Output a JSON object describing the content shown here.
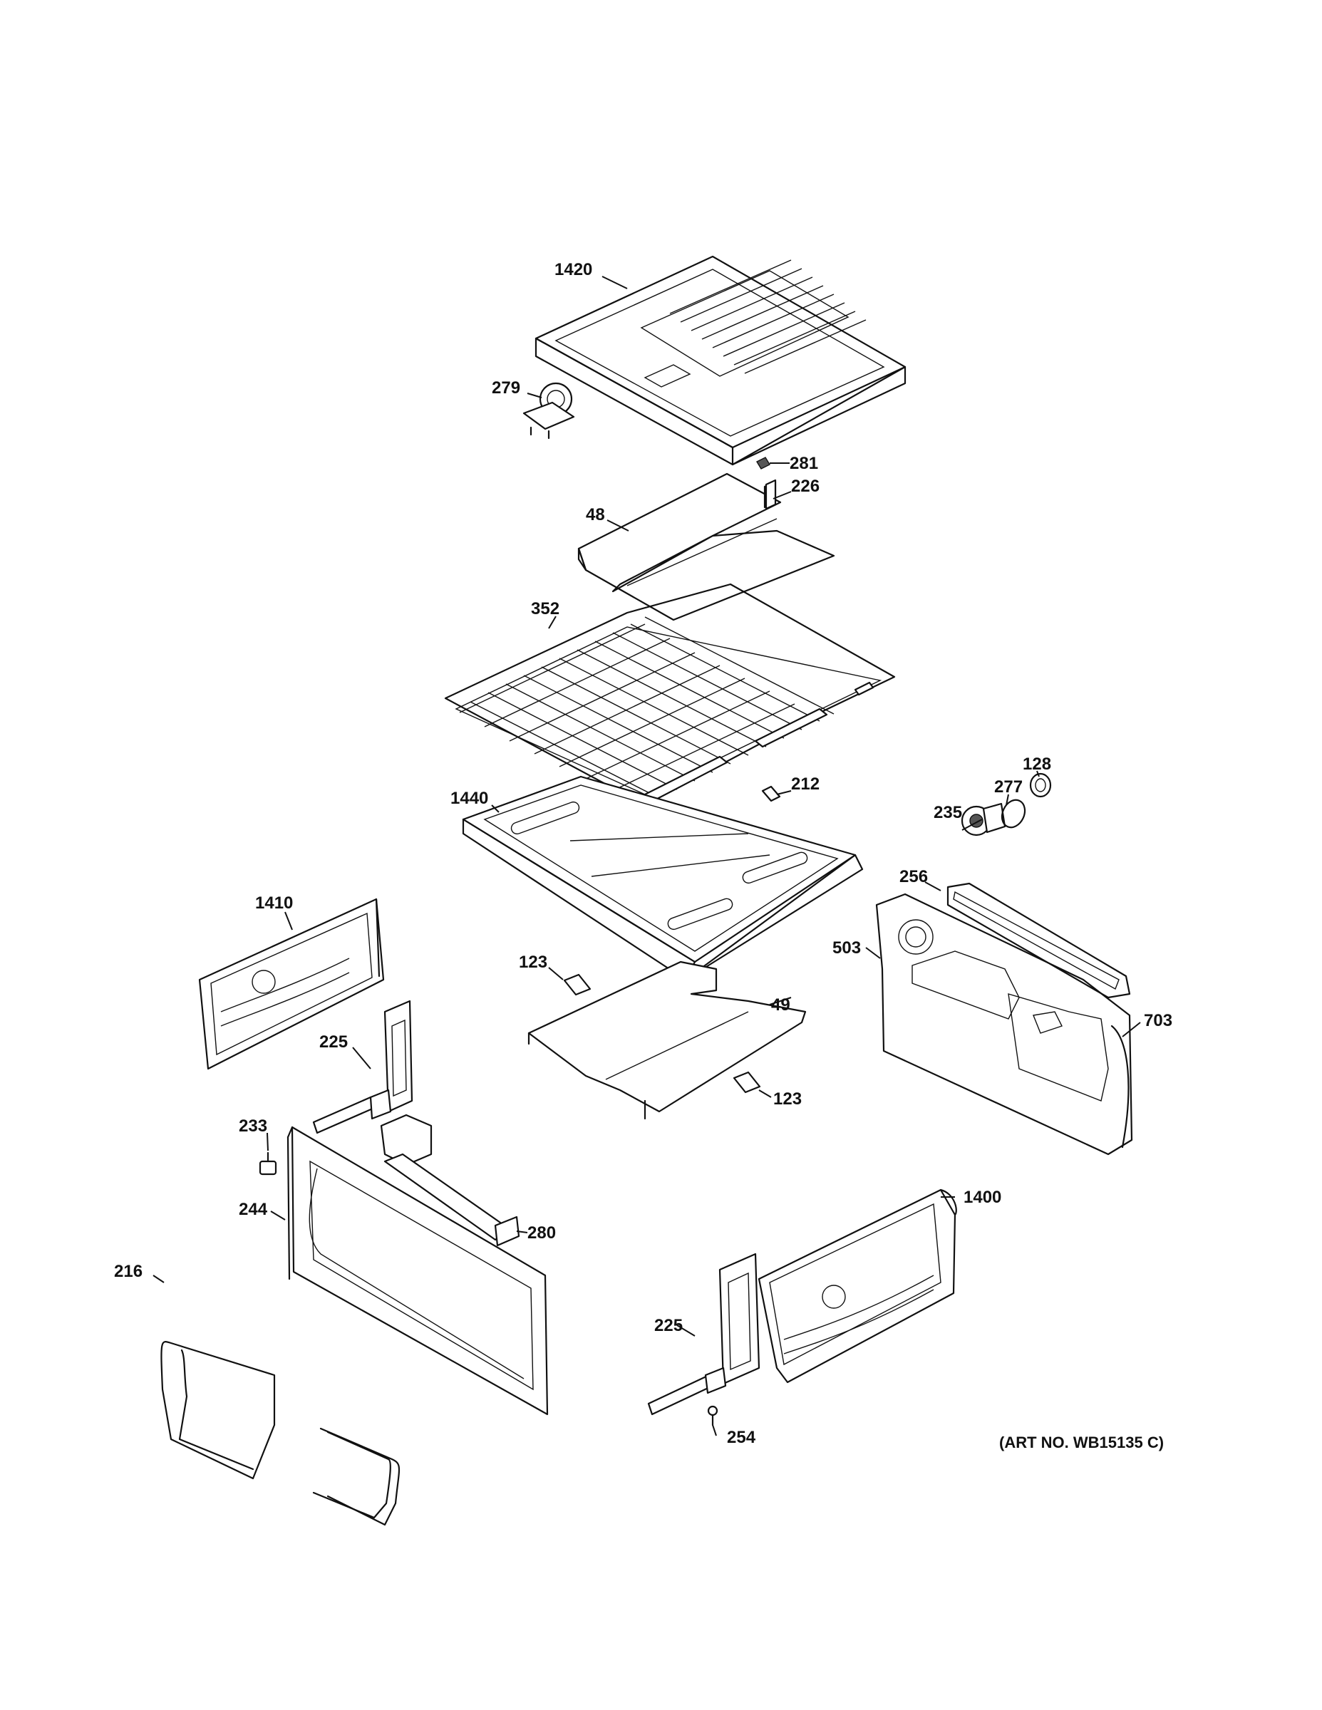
{
  "callouts": {
    "c1420": "1420",
    "c279": "279",
    "c281": "281",
    "c48": "48",
    "c226": "226",
    "c352": "352",
    "c212": "212",
    "c1440": "1440",
    "c128": "128",
    "c277": "277",
    "c235": "235",
    "c256": "256",
    "c503": "503",
    "c703": "703",
    "c1410": "1410",
    "c225a": "225",
    "c123a": "123",
    "c49": "49",
    "c123b": "123",
    "c233": "233",
    "c280": "280",
    "c244": "244",
    "c1400": "1400",
    "c216": "216",
    "c225b": "225",
    "c254": "254"
  },
  "art_number": "(ART NO. WB15135 C)"
}
